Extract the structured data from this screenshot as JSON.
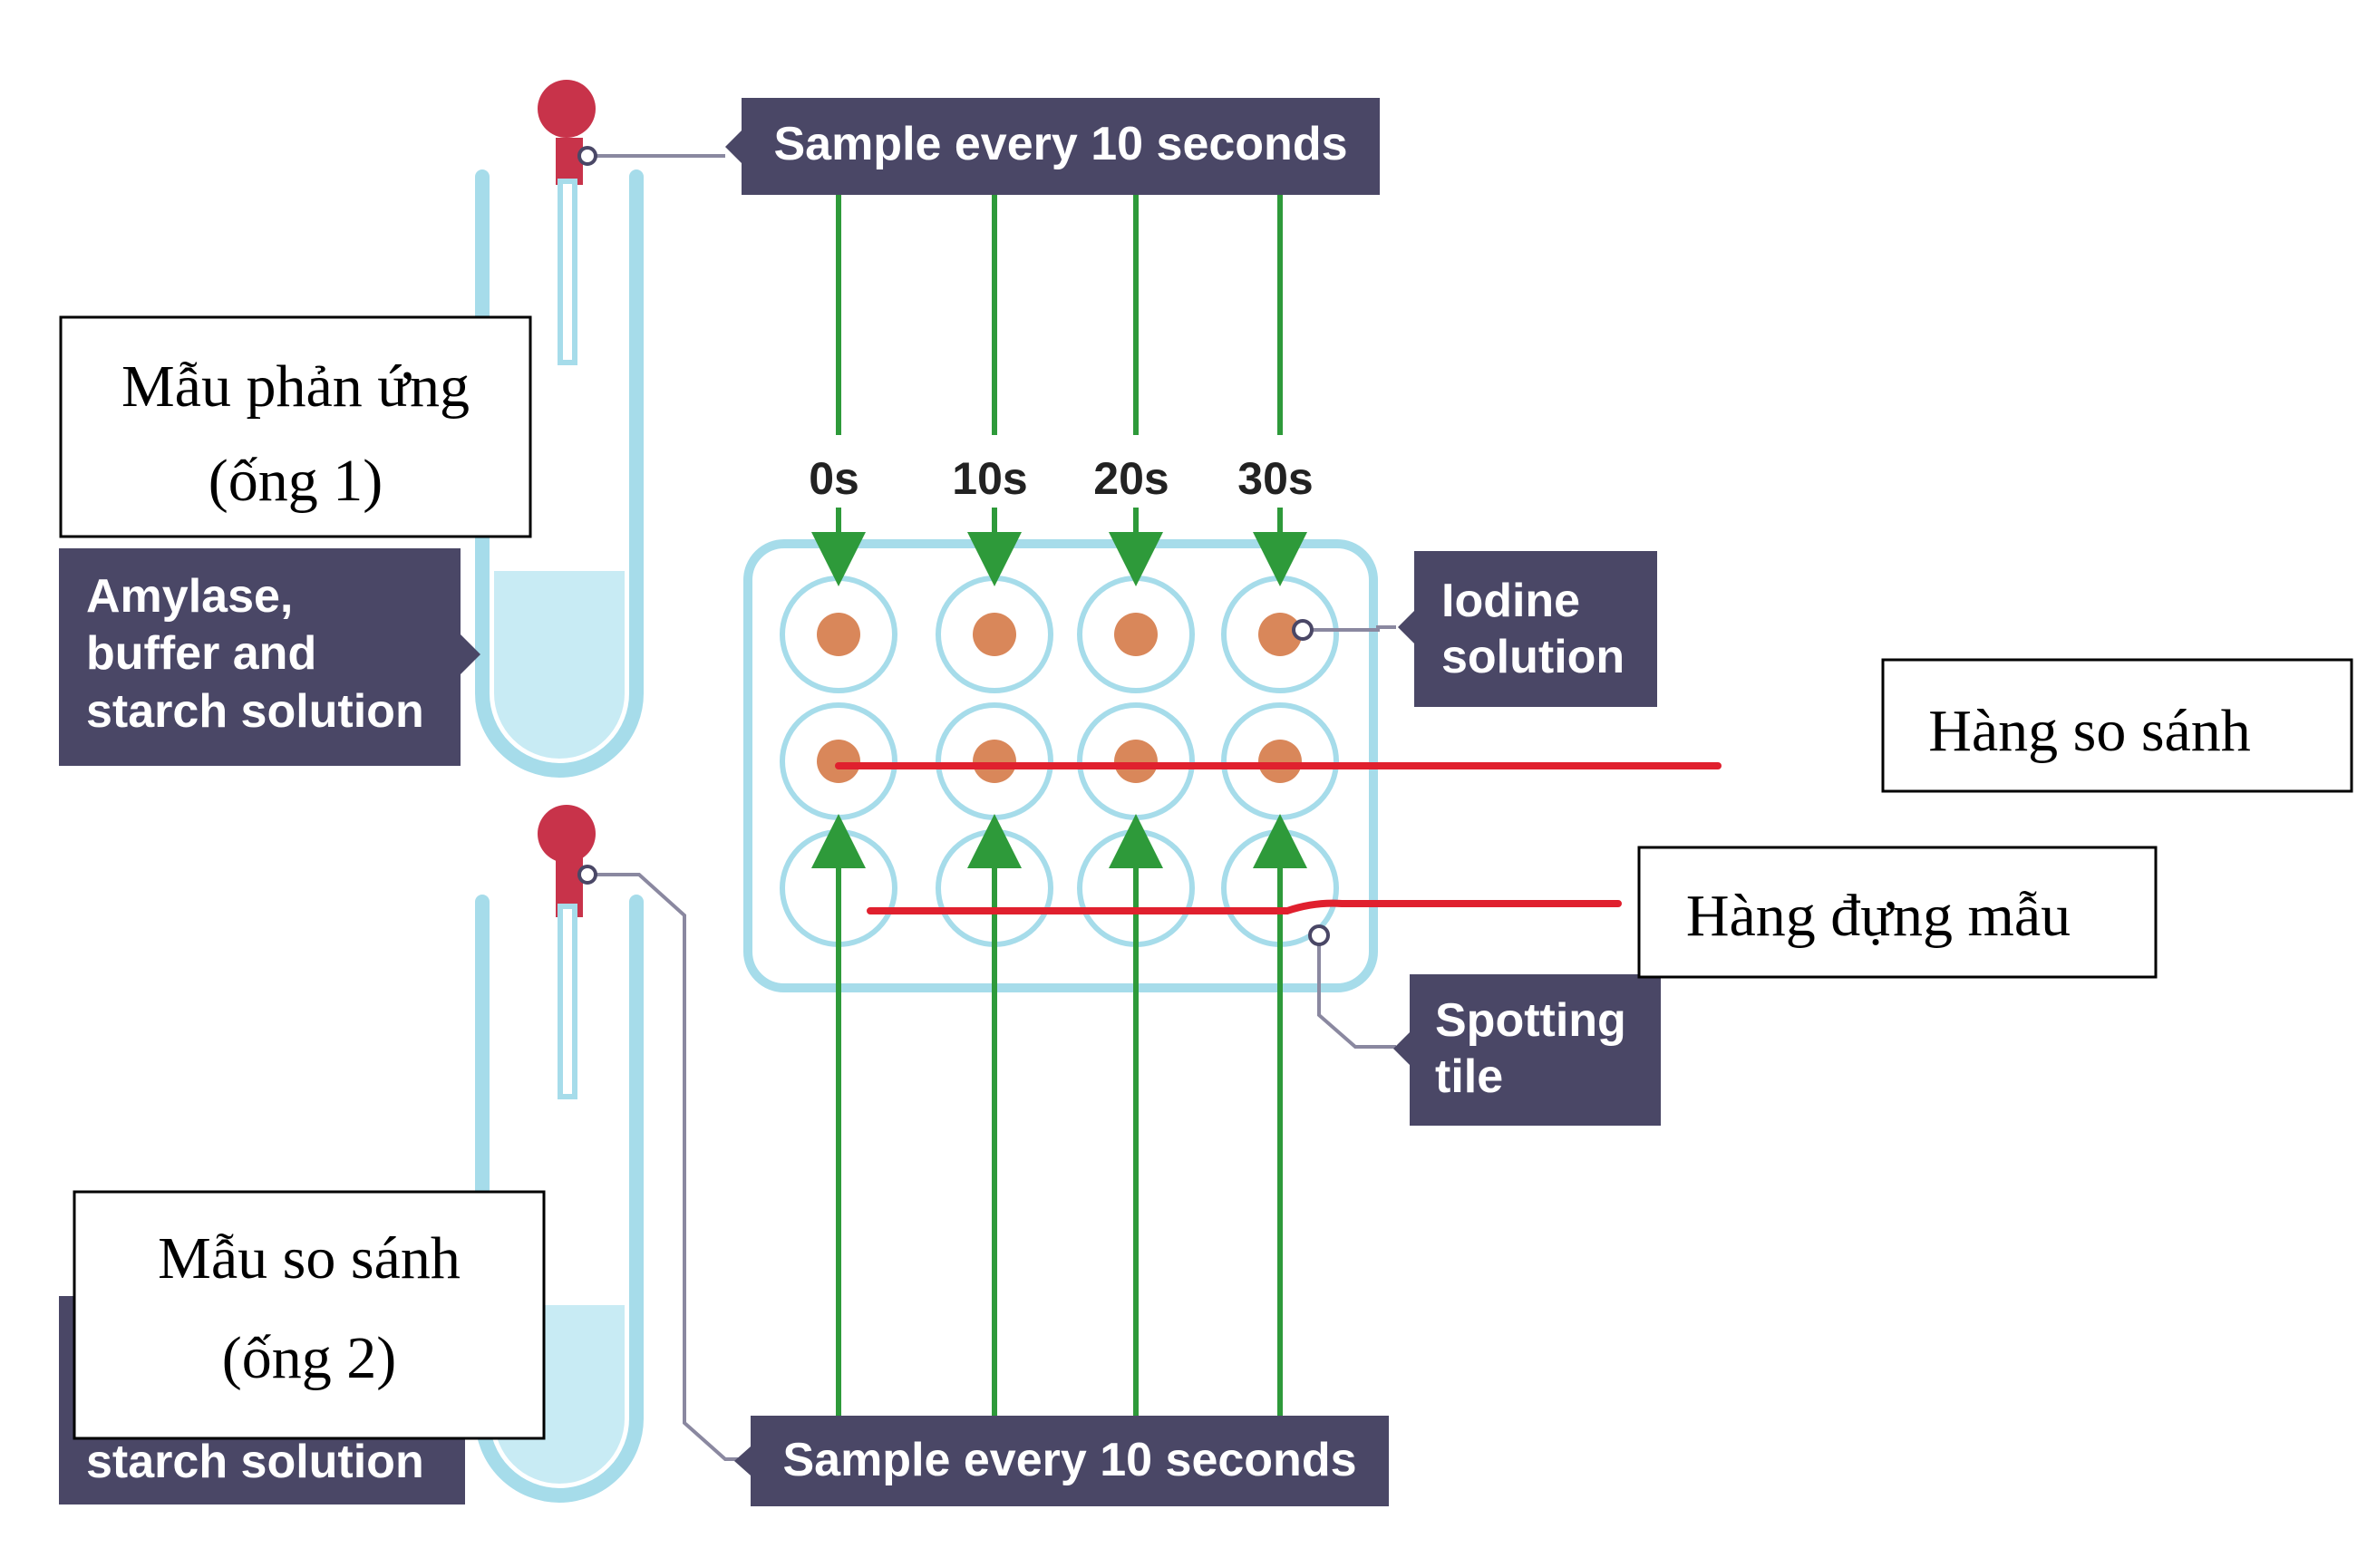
{
  "labels": {
    "sample_top": "Sample every 10 seconds",
    "sample_bottom": "Sample every 10 seconds",
    "tube1_content": [
      "Amylase,",
      "buffer and",
      "starch solution"
    ],
    "tube2_content": "starch solution",
    "iodine": [
      "Iodine",
      "solution"
    ],
    "spotting_tile": [
      "Spotting",
      "tile"
    ],
    "times": [
      "0s",
      "10s",
      "20s",
      "30s"
    ]
  },
  "annotations": {
    "tube1": [
      "Mẫu phản ứng",
      "(ống 1)"
    ],
    "tube2": [
      "Mẫu so sánh",
      "(ống 2)"
    ],
    "comparison_row": "Hàng so sánh",
    "sample_row": "Hàng đựng mẫu"
  },
  "colors": {
    "label_box": "#4a4766",
    "tube": "#a6dcea",
    "liquid": "#c8ebf4",
    "dropper_bulb": "#c8334a",
    "arrow": "#2e9a3a",
    "iodine_drop": "#d9875a",
    "red_line": "#e0202e"
  }
}
